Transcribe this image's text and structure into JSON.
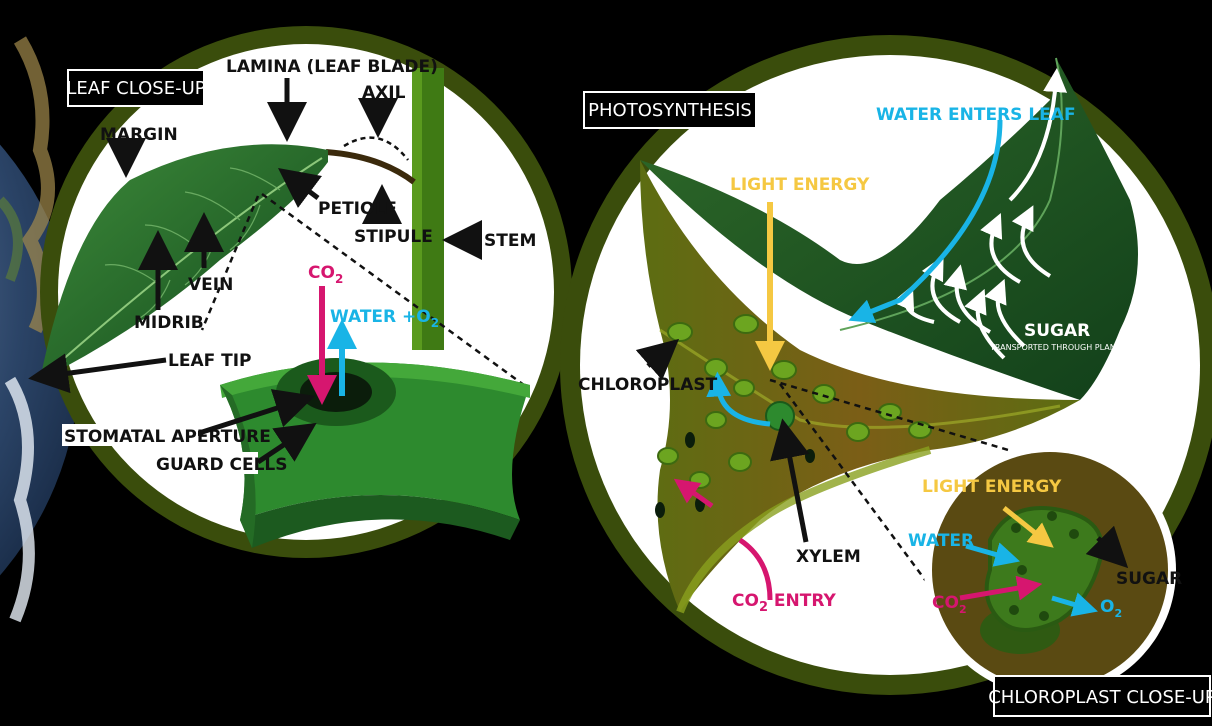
{
  "leaf_panel": {
    "title": "LEAF CLOSE-UP",
    "labels": {
      "lamina": "LAMINA (LEAF BLADE)",
      "axil": "AXIL",
      "margin": "MARGIN",
      "petiole": "PETIOLE",
      "stipule": "STIPULE",
      "stem": "STEM",
      "vein": "VEIN",
      "midrib": "MIDRIB",
      "leaf_tip": "LEAF TIP",
      "co2": "CO",
      "co2_sub": "2",
      "water_o2": "WATER +O",
      "water_o2_sub": "2",
      "stomatal_aperture": "STOMATAL APERTURE",
      "guard_cells": "GUARD CELLS"
    }
  },
  "photo_panel": {
    "title": "PHOTOSYNTHESIS",
    "labels": {
      "water_enters": "WATER ENTERS LEAF",
      "light_energy": "LIGHT ENERGY",
      "sugar": "SUGAR",
      "sugar_sub": "TRANSPORTED THROUGH PLANT",
      "chloroplast": "CHLOROPLAST",
      "xylem": "XYLEM",
      "co2_entry_a": "CO",
      "co2_entry_sub": "2",
      "co2_entry_b": " ENTRY"
    }
  },
  "chloro_panel": {
    "title": "CHLOROPLAST CLOSE-UP",
    "labels": {
      "light_energy": "LIGHT ENERGY",
      "water": "WATER",
      "co2": "CO",
      "co2_sub": "2",
      "sugar": "SUGAR",
      "o2": "O",
      "o2_sub": "2"
    }
  },
  "colors": {
    "light": "#f5c842",
    "water": "#19b4e6",
    "co2": "#d6166f",
    "ring": "#3a4d0c"
  }
}
